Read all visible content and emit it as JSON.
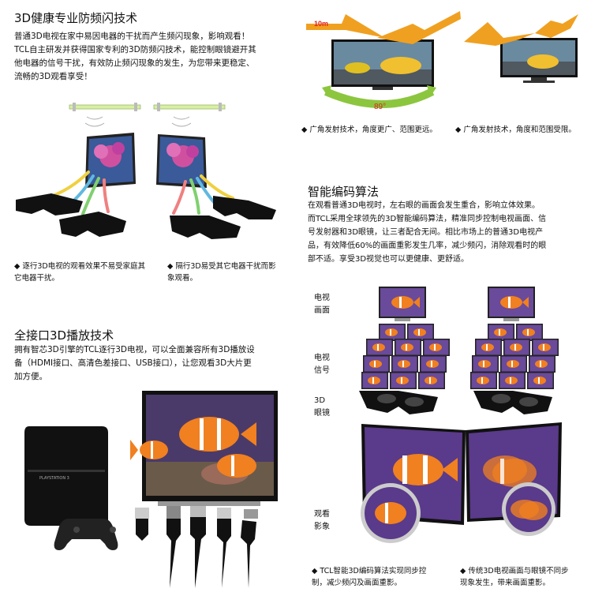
{
  "sec1": {
    "title": "3D健康专业防频闪技术",
    "body": [
      "普通3D电视在家中易因电器的干扰而产生频闪现象，影响观看！",
      "TCL自主研发并获得国家专利的3D防频闪技术，能控制眼镜避开其",
      "他电器的信号干扰，有效防止频闪现象的发生，为您带来更稳定、",
      "流畅的3D观看享受！"
    ],
    "caption_left": [
      "◆ 逐行3D电视的观看效果不易受家庭其",
      "它电器干扰。"
    ],
    "caption_right": [
      "◆ 隔行3D易受其它电器干扰而影",
      "象观看。"
    ]
  },
  "angle": {
    "dist_label": "10m",
    "angle_label": "89°",
    "caption_left": "◆ 广角发射技术，角度更广、范围更远。",
    "caption_right": "◆ 广角发射技术，角度和范围受限。"
  },
  "sec2": {
    "title": "智能编码算法",
    "body": [
      "在观看普通3D电视时，左右眼的画面会发生重合，影响立体效果。",
      "而TCL采用全球领先的3D智能编码算法，精准同步控制电视画面、信",
      "号发射器和3D眼镜，让三者配合无间。相比市场上的普通3D电视产",
      "品，有效降低60%的画面重影发生几率，减少频闪，消除观看时的眼",
      "部不适。享受3D视觉也可以更健康、更舒适。"
    ],
    "row_labels": [
      [
        "电视",
        "画面"
      ],
      [
        "电视",
        "信号"
      ],
      [
        "3D",
        "眼镜"
      ],
      [
        "观看",
        "影象"
      ]
    ],
    "caption_left": [
      "◆ TCL智能3D编码算法实现同步控",
      "制，减少频闪及画面重影。"
    ],
    "caption_right": [
      "◆ 传统3D电视画面与眼镜不同步",
      "现象发生，带来画面重影。"
    ]
  },
  "sec3": {
    "title": "全接口3D播放技术",
    "body": [
      "拥有智芯3D引擎的TCL逐行3D电视，可以全面兼容所有3D播放设",
      "备（HDMI接口、高清色差接口、USB接口），让您观看3D大片更",
      "加方便。"
    ],
    "console_text": "PLAYSTATION 3"
  },
  "colors": {
    "arrow": "#f0a020",
    "green_arc": "#8cc63e",
    "red": "#e02020",
    "fish": "#f08020",
    "purple": "#7a4aa8",
    "black": "#111111"
  }
}
